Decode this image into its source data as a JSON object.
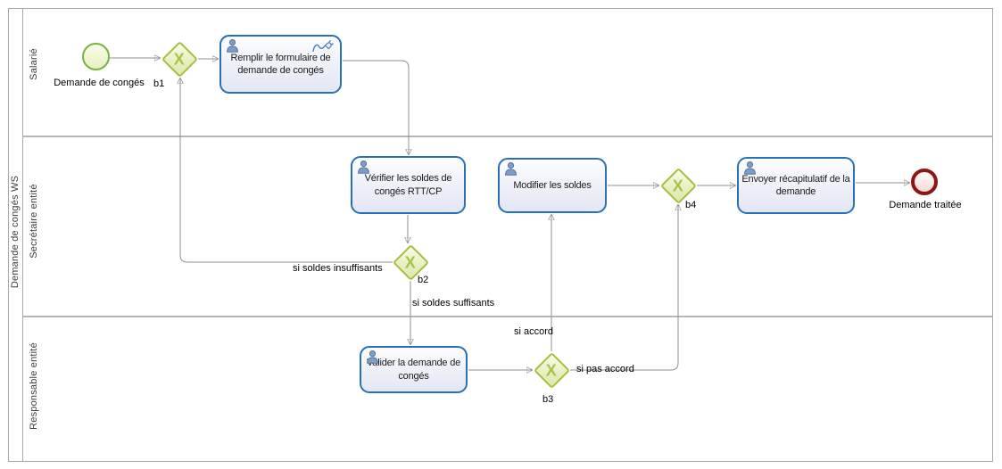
{
  "pool": {
    "label": "Demande de congés WS"
  },
  "lanes": [
    {
      "label": "Salarié"
    },
    {
      "label": "Secrétaire entité"
    },
    {
      "label": "Responsable entité"
    }
  ],
  "gateway_symbol": "X",
  "nodes": {
    "start": {
      "label": "Demande de congés"
    },
    "b1": {
      "label": "b1"
    },
    "b2": {
      "label": "b2"
    },
    "b3": {
      "label": "b3"
    },
    "b4": {
      "label": "b4"
    },
    "remplir": {
      "label": "Remplir le formulaire de demande de congés"
    },
    "verifier": {
      "label": "Vérifier les soldes de congés RTT/CP"
    },
    "modifier": {
      "label": "Modifier les soldes"
    },
    "envoyer": {
      "label": "Envoyer récapitulatif de la demande"
    },
    "valider": {
      "label": "Valider la demande de congés"
    },
    "end": {
      "label": "Demande traitée"
    }
  },
  "edge_labels": {
    "insuffisants": "si soldes insuffisants",
    "suffisants": "si soldes suffisants",
    "accord": "si accord",
    "pas_accord": "si pas accord"
  },
  "colors": {
    "task_border": "#2a70b8",
    "task_fill_bottom": "#e3e7f4",
    "gateway_border": "#a2bf3e",
    "gateway_fill": "#dde9ab",
    "gateway_symbol": "#a6c34c",
    "start_event_border": "#77b43f",
    "start_event_fill": "#e7efbe",
    "end_event_border": "#8d1512",
    "end_event_fill": "#f6d9d6",
    "flow_line": "#909090",
    "arrowhead": "#2b2b2b",
    "lane_border": "#a8a8a8",
    "user_icon": "#7e9cc9"
  }
}
